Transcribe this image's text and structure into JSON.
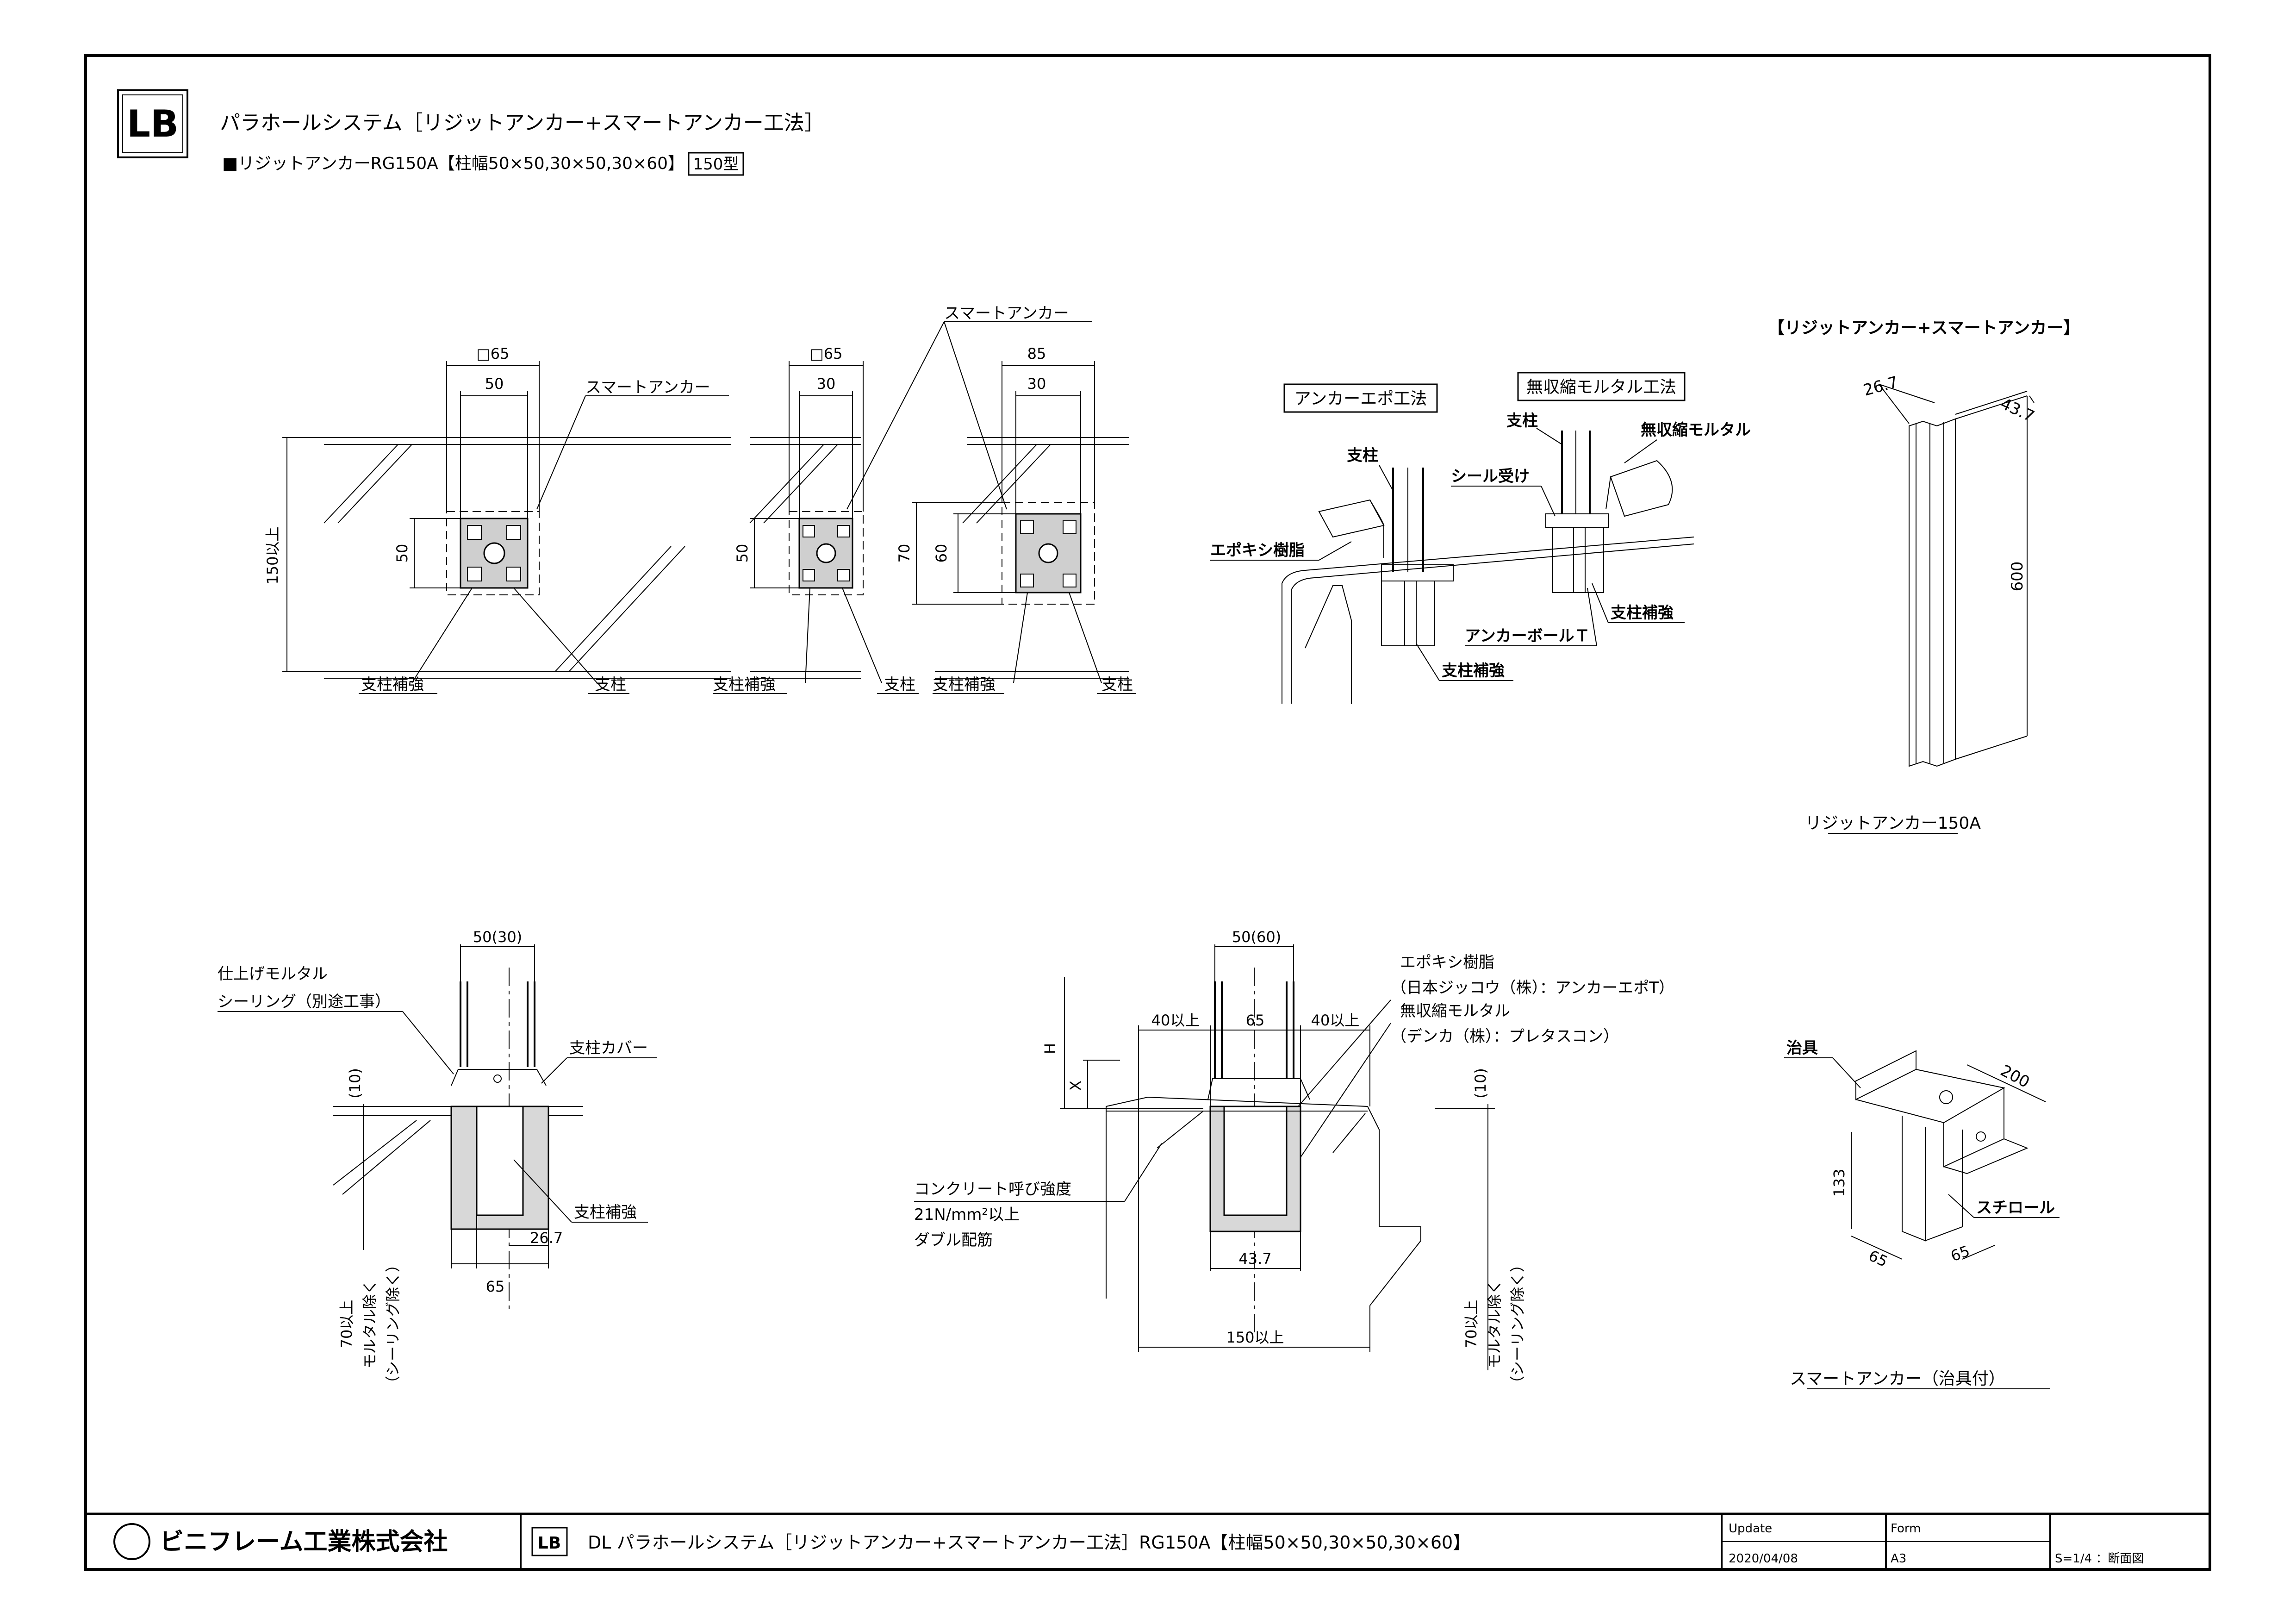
{
  "header": {
    "logo_text": "LB",
    "title": "パラホールシステム［リジットアンカー+スマートアンカー工法］",
    "subtitle": "■リジットアンカーRG150A【柱幅50×50,30×50,30×60】",
    "type_badge": "150型"
  },
  "plan_views": {
    "smart_anchor_label": "スマートアンカー",
    "view1": {
      "top_dim": "□65",
      "inner_dim": "50",
      "side_dim": "50",
      "depth_dim": "150以上",
      "label_left": "支柱補強",
      "label_right": "支柱"
    },
    "view2": {
      "top_dim": "□65",
      "inner_dim": "30",
      "side_dim": "50",
      "label_left": "支柱補強",
      "label_right": "支柱"
    },
    "view3": {
      "top_dim": "85",
      "inner_dim": "30",
      "side_dim_outer": "70",
      "side_dim_inner": "60",
      "label_left": "支柱補強",
      "label_right": "支柱"
    }
  },
  "methods": {
    "epoxy_method": "アンカーエポ工法",
    "mortar_method": "無収縮モルタル工法",
    "post": "支柱",
    "post2": "支柱",
    "epoxy_resin": "エポキシ樹脂",
    "seal": "シール受け",
    "mortar": "無収縮モルタル",
    "anchor_bolt": "アンカーボールＴ",
    "reinforce1": "支柱補強",
    "reinforce2": "支柱補強"
  },
  "rigid_anchor": {
    "heading": "【リジットアンカー+スマートアンカー】",
    "dim_a": "26.7",
    "dim_b": "43.7",
    "dim_h": "600",
    "caption": "リジットアンカー150A"
  },
  "section_left": {
    "top_dim": "50(30)",
    "label1": "仕上げモルタル",
    "label2": "シーリング（別途工事）",
    "cover": "支柱カバー",
    "reinforce": "支柱補強",
    "dim_10": "(10)",
    "dim_267": "26.7",
    "dim_65": "65",
    "vert1": "70以上",
    "vert2": "モルタル除く",
    "vert3": "（シーリング除く）"
  },
  "section_center": {
    "top_dim": "50(60)",
    "dim_left": "40以上",
    "dim_mid": "65",
    "dim_right": "40以上",
    "dim_H": "H",
    "dim_X": "X",
    "epoxy1": "エポキシ樹脂",
    "epoxy2": "（日本ジッコウ（株）：アンカーエポT）",
    "mortar1": "無収縮モルタル",
    "mortar2": "（デンカ（株）：プレタスコン）",
    "concrete1": "コンクリート呼び強度",
    "concrete2": "21N/mm²以上",
    "concrete3": "ダブル配筋",
    "dim_437": "43.7",
    "dim_150": "150以上",
    "dim_10": "(10)",
    "vert1": "70以上",
    "vert2": "モルタル除く",
    "vert3": "（シーリング除く）"
  },
  "smart_anchor": {
    "jig": "治具",
    "dim_200": "200",
    "dim_133": "133",
    "styrofoam": "スチロール",
    "dim_65a": "65",
    "dim_65b": "65",
    "caption": "スマートアンカー（治具付）"
  },
  "title_block": {
    "company": "ビニフレーム工業株式会社",
    "drawing_title": "DL パラホールシステム［リジットアンカー+スマートアンカー工法］RG150A【柱幅50×50,30×50,30×60】",
    "update_label": "Update",
    "update_value": "2020/04/08",
    "form_label": "Form",
    "form_value": "A3",
    "scale": "S=1/4 ：断面図"
  }
}
